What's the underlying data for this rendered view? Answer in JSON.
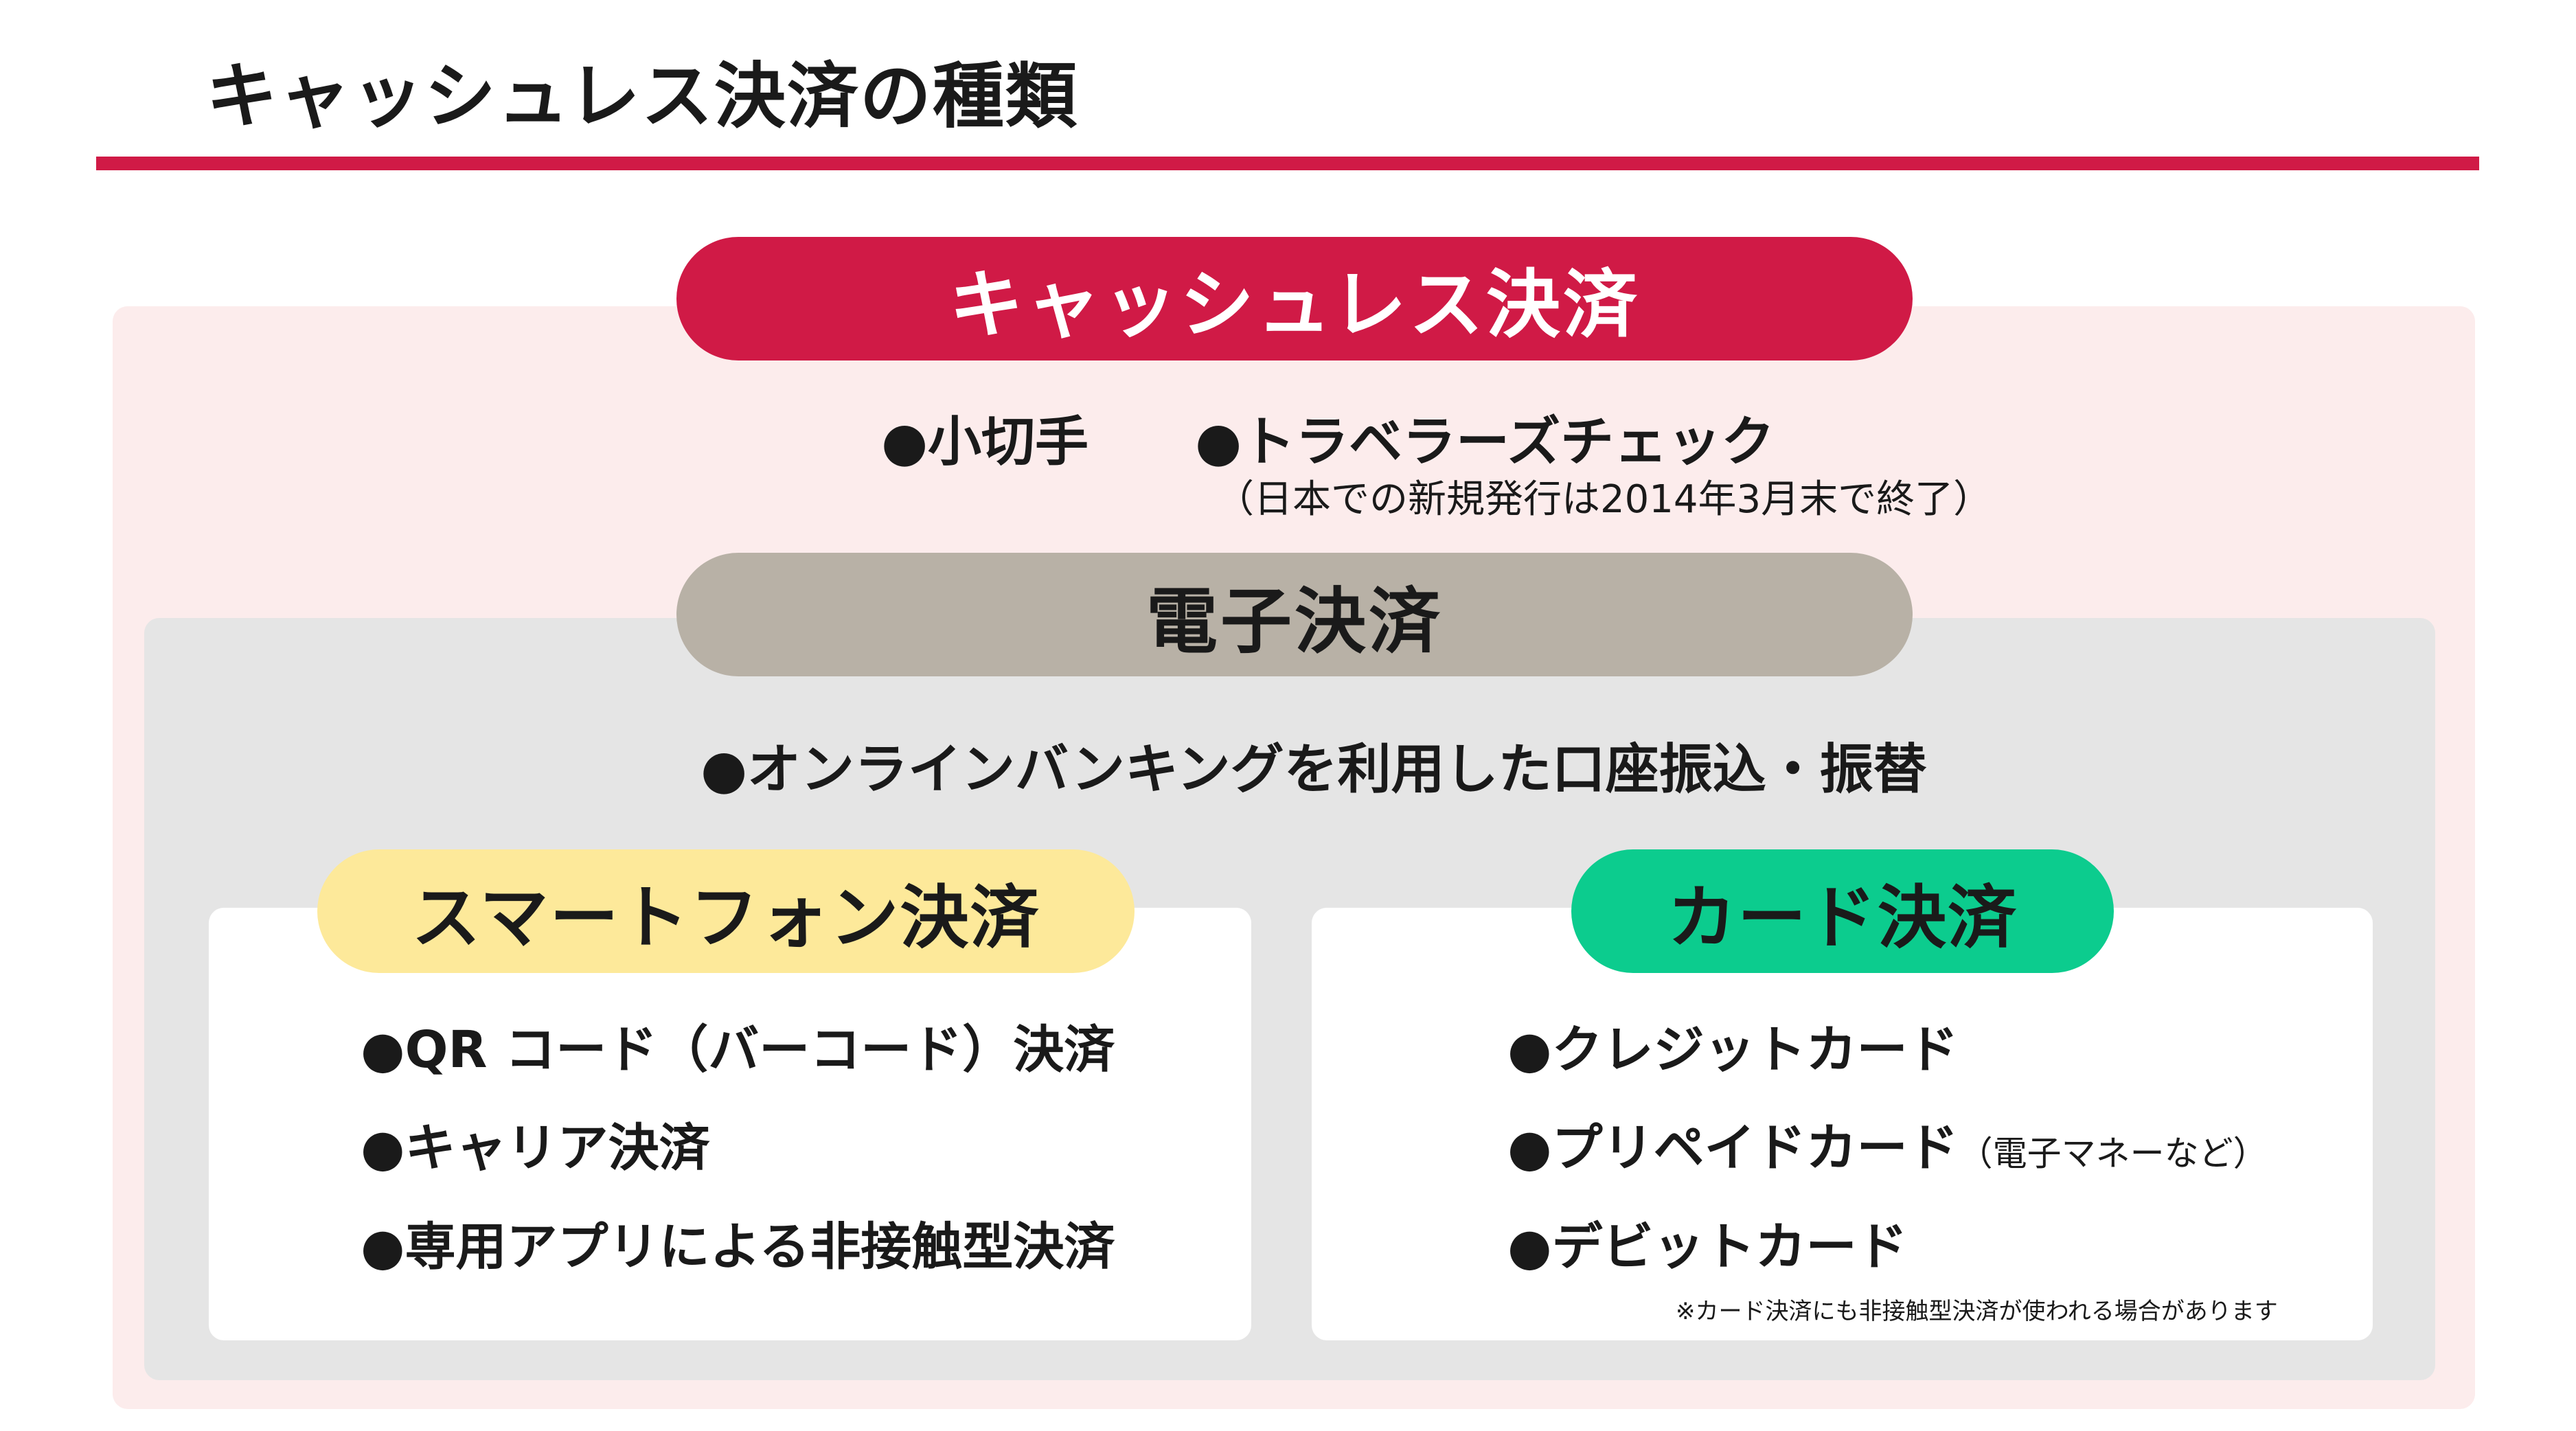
{
  "page": {
    "title": "キャッシュレス決済の種類",
    "colors": {
      "accent": "#d01a46",
      "outer_bg": "#fcecec",
      "inner_bg": "#e5e5e5",
      "electronic_pill": "#b8b1a6",
      "smartphone_pill": "#fde99a",
      "card_pill": "#0ccc8e"
    }
  },
  "cashless": {
    "label": "キャッシュレス決済",
    "item_cheque": "●小切手",
    "item_travelers": "●トラベラーズチェック",
    "travelers_note": "（日本での新規発行は2014年3月末で終了）"
  },
  "electronic": {
    "label": "電子決済",
    "item_banking": "●オンラインバンキングを利用した口座振込・振替"
  },
  "smartphone": {
    "label": "スマートフォン決済",
    "items": [
      "●QR コード（バーコード）決済",
      "●キャリア決済",
      "●専用アプリによる非接触型決済"
    ]
  },
  "card": {
    "label": "カード決済",
    "items": [
      "●クレジットカード",
      "●プリペイドカード",
      "●デビットカード"
    ],
    "prepaid_note": "（電子マネーなど）",
    "footnote": "※カード決済にも非接触型決済が使われる場合があります"
  }
}
